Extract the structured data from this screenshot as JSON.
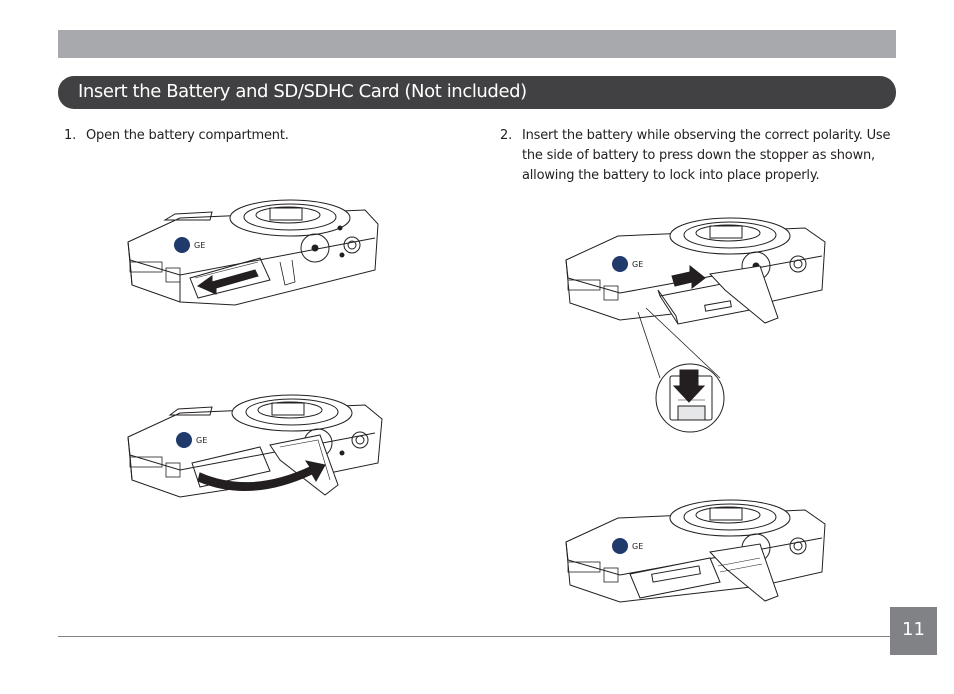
{
  "header": {
    "section_title": "Insert the Battery and SD/SDHC Card (Not included)"
  },
  "steps": [
    {
      "number": "1.",
      "text": "Open the battery compartment."
    },
    {
      "number": "2.",
      "text": "Insert the battery while observing the correct polarity. Use the side of battery to press down the stopper as shown, allowing the battery to lock into place properly."
    }
  ],
  "illustrations": {
    "brand_mark": "GE"
  },
  "footer": {
    "page_number": "11"
  },
  "colors": {
    "top_bar": "#a7a9ac",
    "header_bg": "#414042",
    "page_box": "#808285"
  }
}
